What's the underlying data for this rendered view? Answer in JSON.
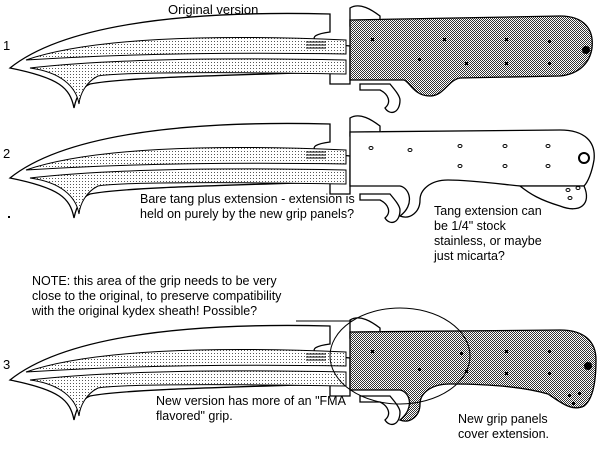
{
  "diagram": {
    "title": "Original version",
    "row_numbers": [
      "1",
      "2",
      "3"
    ],
    "note_bare_tang": [
      "Bare tang plus extension - extension is",
      "held on purely by the new grip panels?"
    ],
    "note_tang_extension": [
      "Tang extension can",
      "be 1/4\" stock",
      "stainless, or maybe",
      "just micarta?"
    ],
    "note_compatibility": [
      "NOTE: this area of the grip needs to be very",
      "close to the original, to preserve compatibility",
      "with the original kydex sheath!  Possible?"
    ],
    "note_new_version": [
      "New version has more of an \"FMA",
      "flavored\" grip."
    ],
    "note_grip_panels": [
      "New grip panels",
      "cover extension."
    ]
  },
  "colors": {
    "ink": "#000000",
    "paper": "#ffffff",
    "stipple": "#555555"
  }
}
